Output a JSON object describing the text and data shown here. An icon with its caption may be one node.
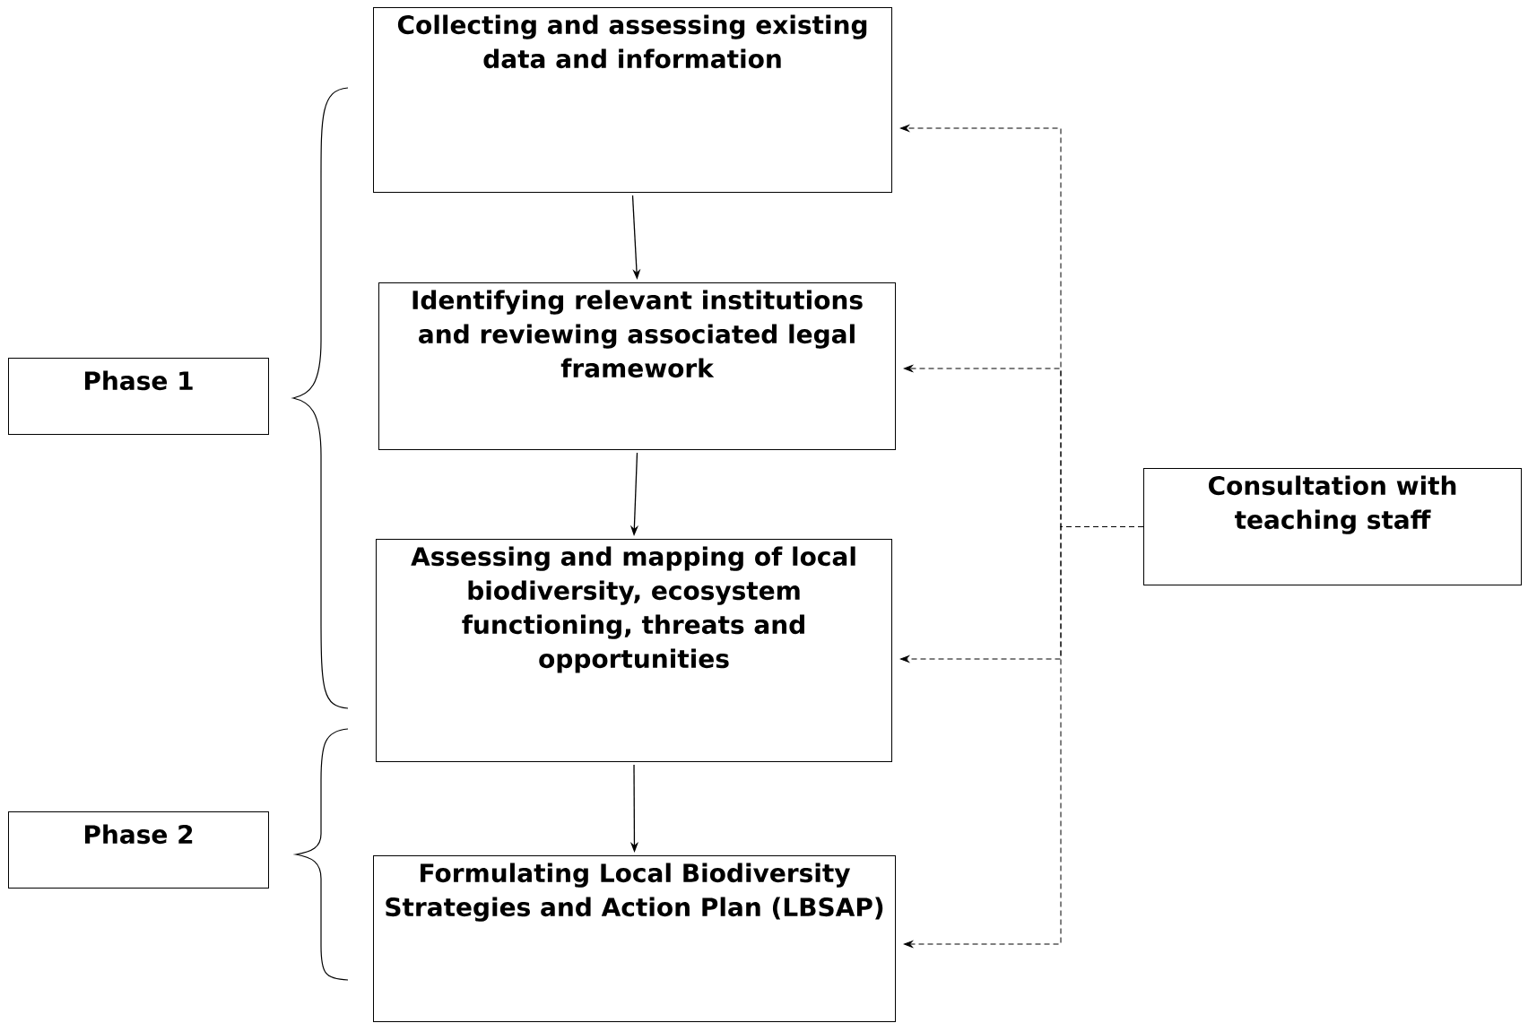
{
  "diagram": {
    "nodes": [
      {
        "text": [
          "Collecting and assessing existing data and information"
        ]
      },
      {
        "text": [
          "Identifying relevant institutions and reviewing associated legal framework"
        ]
      },
      {
        "text": [
          "Assessing and mapping of local biodiversity, ecosystem functioning, threats and opportunities"
        ]
      },
      {
        "text": [
          "Formulating Local Biodiversity Strategies and Action Plan (LBSAP)"
        ]
      },
      {
        "text": [
          "Phase 1"
        ]
      },
      {
        "text": [
          "Phase 2"
        ]
      },
      {
        "text": [
          "Consultation with teaching staff"
        ]
      }
    ],
    "edges": [
      {
        "from": 0,
        "to": 1,
        "arrow": "to"
      },
      {
        "from": 1,
        "to": 2,
        "arrow": "to"
      },
      {
        "from": 2,
        "to": 3,
        "arrow": "to"
      },
      {
        "from": 6,
        "to": 0,
        "arrow": "to",
        "style": "dashed"
      },
      {
        "from": 6,
        "to": 1,
        "arrow": "to",
        "style": "dashed"
      },
      {
        "from": 6,
        "to": 2,
        "arrow": "to",
        "style": "dashed"
      },
      {
        "from": 6,
        "to": 3,
        "arrow": "to",
        "style": "dashed"
      }
    ]
  }
}
